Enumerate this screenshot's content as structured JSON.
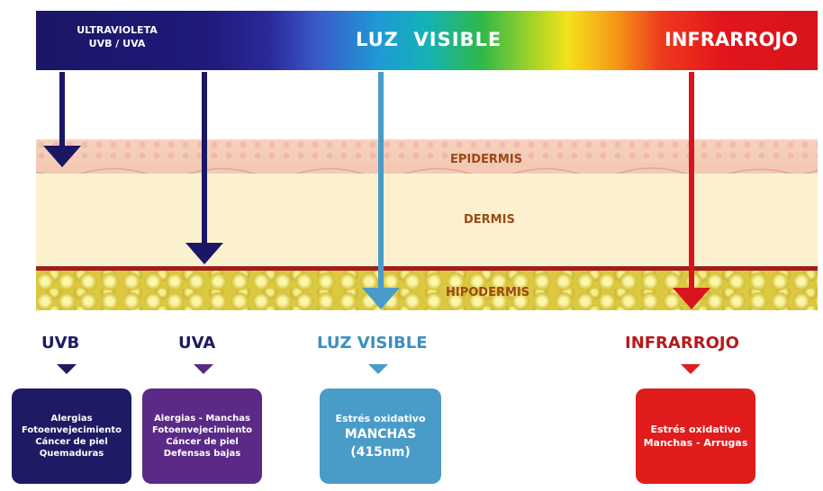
{
  "spectrum": {
    "uv_line1": "ULTRAVIOLETA",
    "uv_line2": "UVB / UVA",
    "visible": "LUZ  VISIBLE",
    "infrared": "INFRARROJO"
  },
  "layers": {
    "epidermis": "EPIDERMIS",
    "dermis": "DERMIS",
    "hypodermis": "HIPODERMIS"
  },
  "radiations": [
    {
      "title": "UVB",
      "color": "#1e1a64",
      "lines": [
        "Alergias",
        "Fotoenvejecimiento",
        "Cáncer de piel",
        "Quemaduras"
      ]
    },
    {
      "title": "UVA",
      "color": "#5a2a86",
      "lines": [
        "Alergias - Manchas",
        "Fotoenvejecimiento",
        "Cáncer de piel",
        "Defensas bajas"
      ]
    },
    {
      "title": "LUZ VISIBLE",
      "color": "#4a9cc8",
      "lines": [
        "Estrés oxidativo",
        "MANCHAS",
        "(415nm)"
      ]
    },
    {
      "title": "INFRARROJO",
      "color": "#e01c1c",
      "lines": [
        "Estrés oxidativo",
        "Manchas - Arrugas"
      ]
    }
  ],
  "colors": {
    "uvb_arrow": "#1b1666",
    "uva_arrow": "#1b1666",
    "visible_arrow": "#4a9cc8",
    "infrared_arrow": "#d9141c",
    "uvb_title": "#1e1a64",
    "uva_title": "#1e1a64",
    "visible_title": "#3a8fc0",
    "infrared_title": "#b51a1a"
  }
}
